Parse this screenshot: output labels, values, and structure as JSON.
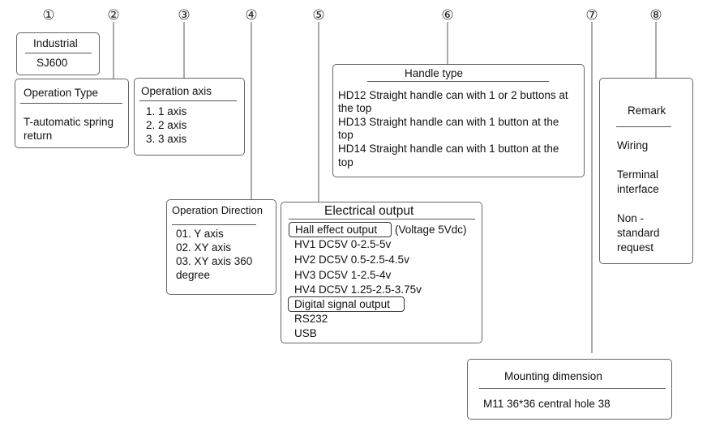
{
  "markers": [
    "①",
    "②",
    "③",
    "④",
    "⑤",
    "⑥",
    "⑦",
    "⑧"
  ],
  "box_model": {
    "label": "Industrial",
    "value": "SJ600"
  },
  "box_operation_type": {
    "title": "Operation Type",
    "lines": [
      "T-automatic spring",
      "return"
    ]
  },
  "box_operation_axis": {
    "title": "Operation axis",
    "items": [
      "1. 1 axis",
      "2. 2 axis",
      "3. 3 axis"
    ]
  },
  "box_operation_direction": {
    "title": "Operation Direction",
    "items": [
      "01. Y axis",
      "02. XY axis",
      "03. XY axis 360",
      "degree"
    ]
  },
  "box_electrical_output": {
    "title": "Electrical output",
    "hall_label": "Hall effect output",
    "hall_note": "(Voltage 5Vdc)",
    "hall_items": [
      "HV1 DC5V 0-2.5-5v",
      "HV2 DC5V 0.5-2.5-4.5v",
      "HV3 DC5V 1-2.5-4v",
      "HV4 DC5V 1.25-2.5-3.75v"
    ],
    "digital_label": "Digital signal output",
    "digital_items": [
      "RS232",
      "USB"
    ]
  },
  "box_handle_type": {
    "title": "Handle type",
    "lines": [
      "HD12  Straight handle  can with 1 or 2 buttons at",
      "the top",
      "HD13 Straight handle  can with 1 button at the",
      "top",
      "HD14 Straight handle  can with 1  button at the",
      "top"
    ]
  },
  "box_mounting": {
    "title": "Mounting dimension",
    "value": "M11 36*36 central hole 38"
  },
  "box_remark": {
    "title": "Remark",
    "items": [
      "Wiring",
      "Terminal",
      "interface",
      "Non -",
      "standard",
      "request"
    ]
  }
}
